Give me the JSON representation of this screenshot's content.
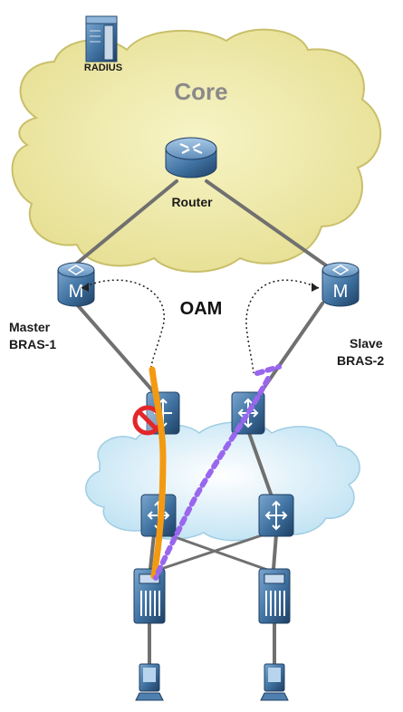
{
  "labels": {
    "radius": "RADIUS",
    "core": "Core",
    "router": "Router",
    "oam": "OAM",
    "master_line1": "Master",
    "master_line2": "BRAS-1",
    "slave_line1": "Slave",
    "slave_line2": "BRAS-2"
  },
  "icons": {
    "server": "server-icon",
    "router": "router-icon",
    "bras": "bras-m-icon",
    "switch": "switch-icon",
    "dslam": "dslam-icon",
    "pc": "pc-icon",
    "blocked": "blocked-icon"
  },
  "colors": {
    "core_cloud": "#eeeaa8",
    "core_cloud_edge": "#c9bf6a",
    "access_cloud": "#d6eef8",
    "device_blue": "#3d6f9e",
    "link": "#707070",
    "active_path": "#f39a12",
    "standby_path": "#9966ee",
    "blocked": "#e3262a"
  }
}
